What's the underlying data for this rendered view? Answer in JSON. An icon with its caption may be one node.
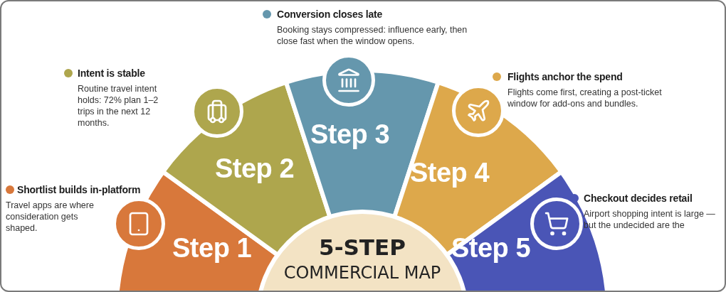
{
  "diagram": {
    "nodes": [
      {
        "text": [
          "Step 1"
        ],
        "beside": [
          "Shortlist builds in-platform",
          "Travel apps are where consideration gets shaped."
        ]
      },
      {
        "text": [
          "Step 2"
        ],
        "beside": [
          "Intent is stable",
          "Routine travel intent holds: 72% plan 1–2 trips in the next 12 months."
        ]
      },
      {
        "text": [
          "Step 3"
        ],
        "beside": [
          "Conversion closes late",
          "Booking stays compressed: influence early, then close fast when the window opens."
        ]
      },
      {
        "text": [
          "Step 4"
        ],
        "beside": [
          "Flights anchor the spend",
          "Flights come first, creating a post-ticket window for add-ons and bundles."
        ]
      },
      {
        "text": [
          "Step 5"
        ],
        "beside": [
          "Checkout decides retail",
          "Airport shopping intent is large — but the undecided are the"
        ]
      },
      {
        "text": [
          "5-STEP",
          "COMMERCIAL MAP"
        ]
      }
    ]
  }
}
